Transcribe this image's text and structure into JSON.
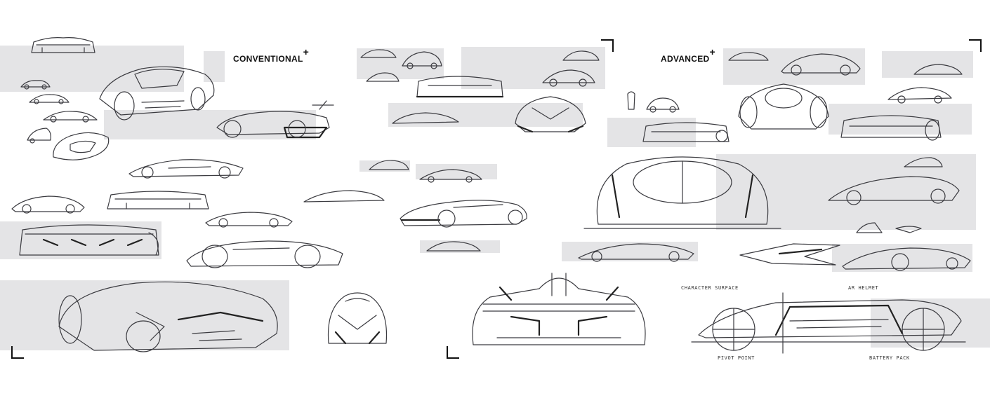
{
  "sections": {
    "conventional": {
      "label": "CONVENTIONAL",
      "mark": "+"
    },
    "advanced": {
      "label": "ADVANCED",
      "mark": "+"
    }
  },
  "callouts": {
    "character_surface": "CHARACTER SURFACE",
    "ar_helmet": "AR HELMET",
    "pivot_point": "PIVOT POINT",
    "battery_pack": "BATTERY PACK"
  },
  "colors": {
    "panel": "#e4e4e6",
    "ink": "#3b3b40",
    "bracket": "#111111"
  }
}
